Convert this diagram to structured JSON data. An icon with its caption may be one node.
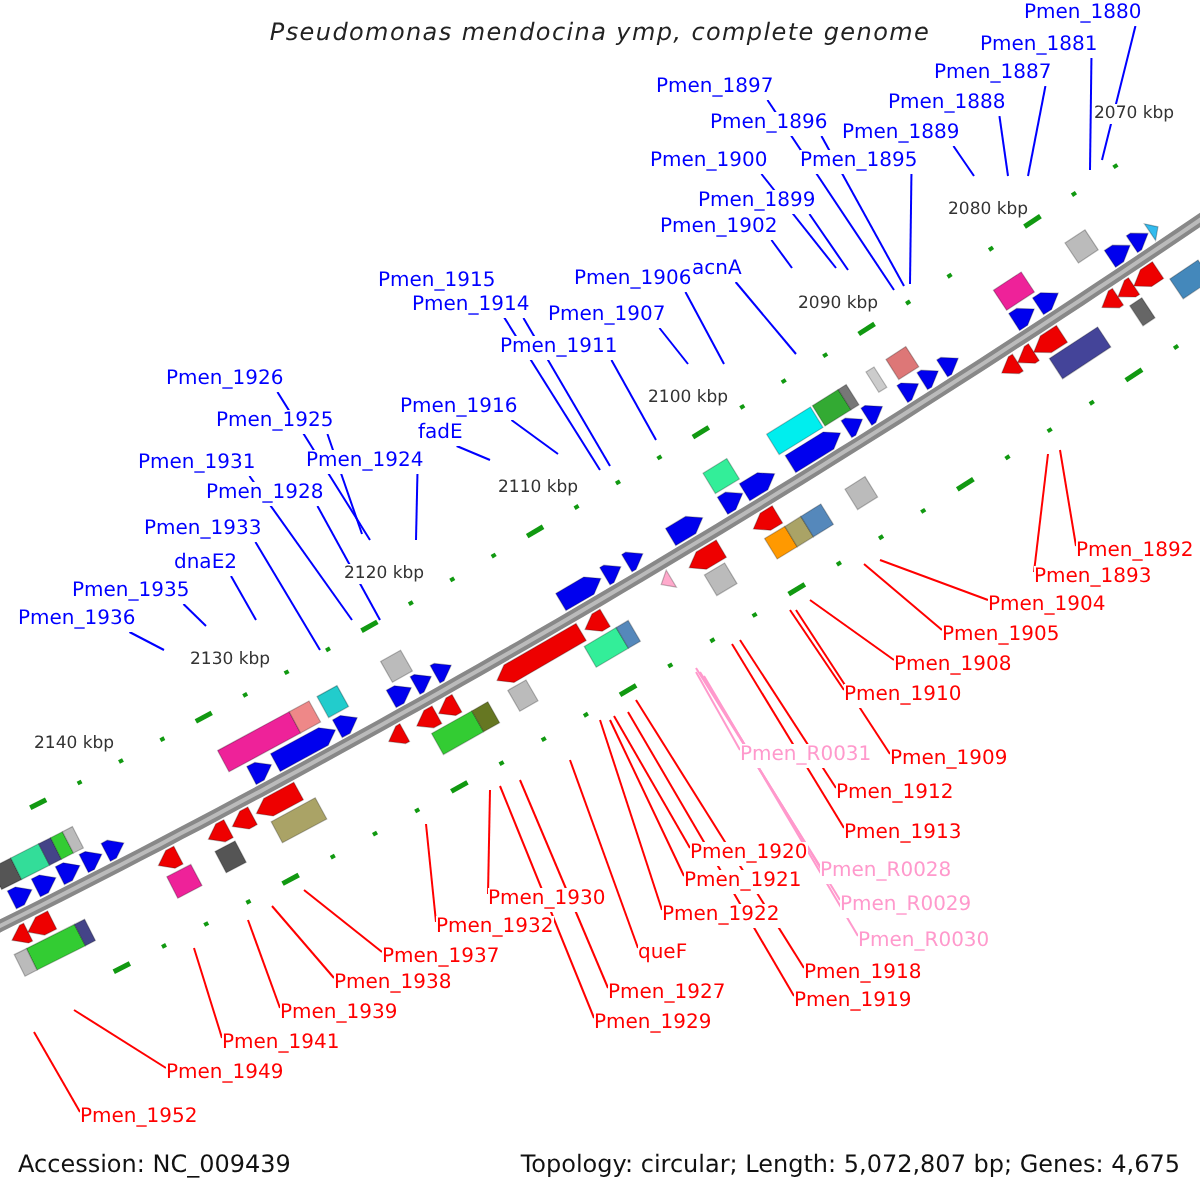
{
  "diagram": {
    "title": "Pseudomonas mendocina ymp, complete genome",
    "nodes": [
      {
        "text": [
          "Pmen_1880"
        ]
      },
      {
        "text": [
          "Pmen_1881"
        ]
      },
      {
        "text": [
          "Pmen_1887"
        ]
      },
      {
        "text": [
          "Pmen_1888"
        ]
      },
      {
        "text": [
          "Pmen_1889"
        ]
      },
      {
        "text": [
          "Pmen_1897"
        ]
      },
      {
        "text": [
          "Pmen_1896"
        ]
      },
      {
        "text": [
          "Pmen_1895"
        ]
      },
      {
        "text": [
          "Pmen_1900"
        ]
      },
      {
        "text": [
          "Pmen_1899"
        ]
      },
      {
        "text": [
          "Pmen_1902"
        ]
      },
      {
        "text": [
          "acnA"
        ]
      },
      {
        "text": [
          "Pmen_1906"
        ]
      },
      {
        "text": [
          "Pmen_1907"
        ]
      },
      {
        "text": [
          "Pmen_1911"
        ]
      },
      {
        "text": [
          "Pmen_1915"
        ]
      },
      {
        "text": [
          "Pmen_1914"
        ]
      },
      {
        "text": [
          "Pmen_1916"
        ]
      },
      {
        "text": [
          "fadE"
        ]
      },
      {
        "text": [
          "Pmen_1926"
        ]
      },
      {
        "text": [
          "Pmen_1925"
        ]
      },
      {
        "text": [
          "Pmen_1924"
        ]
      },
      {
        "text": [
          "Pmen_1931"
        ]
      },
      {
        "text": [
          "Pmen_1928"
        ]
      },
      {
        "text": [
          "Pmen_1933"
        ]
      },
      {
        "text": [
          "dnaE2"
        ]
      },
      {
        "text": [
          "Pmen_1935"
        ]
      },
      {
        "text": [
          "Pmen_1936"
        ]
      },
      {
        "text": [
          "Pmen_1892"
        ]
      },
      {
        "text": [
          "Pmen_1893"
        ]
      },
      {
        "text": [
          "Pmen_1904"
        ]
      },
      {
        "text": [
          "Pmen_1905"
        ]
      },
      {
        "text": [
          "Pmen_1908"
        ]
      },
      {
        "text": [
          "Pmen_1910"
        ]
      },
      {
        "text": [
          "Pmen_1909"
        ]
      },
      {
        "text": [
          "Pmen_R0031"
        ]
      },
      {
        "text": [
          "Pmen_1912"
        ]
      },
      {
        "text": [
          "Pmen_1913"
        ]
      },
      {
        "text": [
          "Pmen_1920"
        ]
      },
      {
        "text": [
          "Pmen_R0028"
        ]
      },
      {
        "text": [
          "Pmen_1921"
        ]
      },
      {
        "text": [
          "Pmen_R0029"
        ]
      },
      {
        "text": [
          "Pmen_1922"
        ]
      },
      {
        "text": [
          "Pmen_R0030"
        ]
      },
      {
        "text": [
          "queF"
        ]
      },
      {
        "text": [
          "Pmen_1918"
        ]
      },
      {
        "text": [
          "Pmen_1919"
        ]
      },
      {
        "text": [
          "Pmen_1927"
        ]
      },
      {
        "text": [
          "Pmen_1929"
        ]
      },
      {
        "text": [
          "Pmen_1930"
        ]
      },
      {
        "text": [
          "Pmen_1932"
        ]
      },
      {
        "text": [
          "Pmen_1937"
        ]
      },
      {
        "text": [
          "Pmen_1938"
        ]
      },
      {
        "text": [
          "Pmen_1939"
        ]
      },
      {
        "text": [
          "Pmen_1941"
        ]
      },
      {
        "text": [
          "Pmen_1949"
        ]
      },
      {
        "text": [
          "Pmen_1952"
        ]
      }
    ],
    "edges": [
      {
        "from": 0,
        "to": null,
        "arrow": "none"
      },
      {
        "from": 1,
        "to": null,
        "arrow": "none"
      },
      {
        "from": 2,
        "to": null,
        "arrow": "none"
      },
      {
        "from": 3,
        "to": null,
        "arrow": "none"
      },
      {
        "from": 4,
        "to": null,
        "arrow": "none"
      },
      {
        "from": 5,
        "to": null,
        "arrow": "none"
      },
      {
        "from": 6,
        "to": null,
        "arrow": "none"
      },
      {
        "from": 7,
        "to": null,
        "arrow": "none"
      },
      {
        "from": 8,
        "to": null,
        "arrow": "none"
      },
      {
        "from": 9,
        "to": null,
        "arrow": "none"
      },
      {
        "from": 10,
        "to": null,
        "arrow": "none"
      },
      {
        "from": 11,
        "to": null,
        "arrow": "none"
      },
      {
        "from": 12,
        "to": null,
        "arrow": "none"
      },
      {
        "from": 13,
        "to": null,
        "arrow": "none"
      },
      {
        "from": 14,
        "to": null,
        "arrow": "none"
      },
      {
        "from": 15,
        "to": null,
        "arrow": "none"
      },
      {
        "from": 16,
        "to": null,
        "arrow": "none"
      },
      {
        "from": 17,
        "to": null,
        "arrow": "none"
      },
      {
        "from": 18,
        "to": null,
        "arrow": "none"
      },
      {
        "from": 19,
        "to": null,
        "arrow": "none"
      },
      {
        "from": 20,
        "to": null,
        "arrow": "none"
      },
      {
        "from": 21,
        "to": null,
        "arrow": "none"
      },
      {
        "from": 22,
        "to": null,
        "arrow": "none"
      },
      {
        "from": 23,
        "to": null,
        "arrow": "none"
      },
      {
        "from": 24,
        "to": null,
        "arrow": "none"
      },
      {
        "from": 25,
        "to": null,
        "arrow": "none"
      },
      {
        "from": 26,
        "to": null,
        "arrow": "none"
      },
      {
        "from": 27,
        "to": null,
        "arrow": "none"
      },
      {
        "from": 28,
        "to": null,
        "arrow": "none",
        "color": "#ff0000"
      },
      {
        "from": 29,
        "to": null,
        "arrow": "none",
        "color": "#ff0000"
      },
      {
        "from": 30,
        "to": null,
        "arrow": "none",
        "color": "#ff0000"
      },
      {
        "from": 31,
        "to": null,
        "arrow": "none",
        "color": "#ff0000"
      },
      {
        "from": 32,
        "to": null,
        "arrow": "none",
        "color": "#ff0000"
      },
      {
        "from": 33,
        "to": null,
        "arrow": "none",
        "color": "#ff0000"
      },
      {
        "from": 34,
        "to": null,
        "arrow": "none",
        "color": "#ff0000"
      },
      {
        "from": 35,
        "to": null,
        "arrow": "none",
        "color": "#ff99cc"
      },
      {
        "from": 36,
        "to": null,
        "arrow": "none",
        "color": "#ff0000"
      },
      {
        "from": 37,
        "to": null,
        "arrow": "none",
        "color": "#ff0000"
      },
      {
        "from": 38,
        "to": null,
        "arrow": "none",
        "color": "#ff0000"
      },
      {
        "from": 39,
        "to": null,
        "arrow": "none",
        "color": "#ff99cc"
      },
      {
        "from": 40,
        "to": null,
        "arrow": "none",
        "color": "#ff0000"
      },
      {
        "from": 41,
        "to": null,
        "arrow": "none",
        "color": "#ff99cc"
      },
      {
        "from": 42,
        "to": null,
        "arrow": "none",
        "color": "#ff0000"
      },
      {
        "from": 43,
        "to": null,
        "arrow": "none",
        "color": "#ff99cc"
      },
      {
        "from": 44,
        "to": null,
        "arrow": "none",
        "color": "#ff0000"
      },
      {
        "from": 45,
        "to": null,
        "arrow": "none",
        "color": "#ff0000"
      },
      {
        "from": 46,
        "to": null,
        "arrow": "none",
        "color": "#ff0000"
      },
      {
        "from": 47,
        "to": null,
        "arrow": "none",
        "color": "#ff0000"
      },
      {
        "from": 48,
        "to": null,
        "arrow": "none",
        "color": "#ff0000"
      },
      {
        "from": 49,
        "to": null,
        "arrow": "none",
        "color": "#ff0000"
      },
      {
        "from": 50,
        "to": null,
        "arrow": "none",
        "color": "#ff0000"
      },
      {
        "from": 51,
        "to": null,
        "arrow": "none",
        "color": "#ff0000"
      },
      {
        "from": 52,
        "to": null,
        "arrow": "none",
        "color": "#ff0000"
      },
      {
        "from": 53,
        "to": null,
        "arrow": "none",
        "color": "#ff0000"
      },
      {
        "from": 54,
        "to": null,
        "arrow": "none",
        "color": "#ff0000"
      },
      {
        "from": 55,
        "to": null,
        "arrow": "none",
        "color": "#ff0000"
      },
      {
        "from": 56,
        "to": null,
        "arrow": "none",
        "color": "#ff0000"
      }
    ],
    "labels": [
      "2070 kbp",
      "2080 kbp",
      "2090 kbp",
      "2100 kbp",
      "2110 kbp",
      "2120 kbp",
      "2130 kbp",
      "2140 kbp",
      "Accession: NC_009439",
      "Topology: circular; Length: 5,072,807 bp; Genes: 4,675"
    ]
  }
}
